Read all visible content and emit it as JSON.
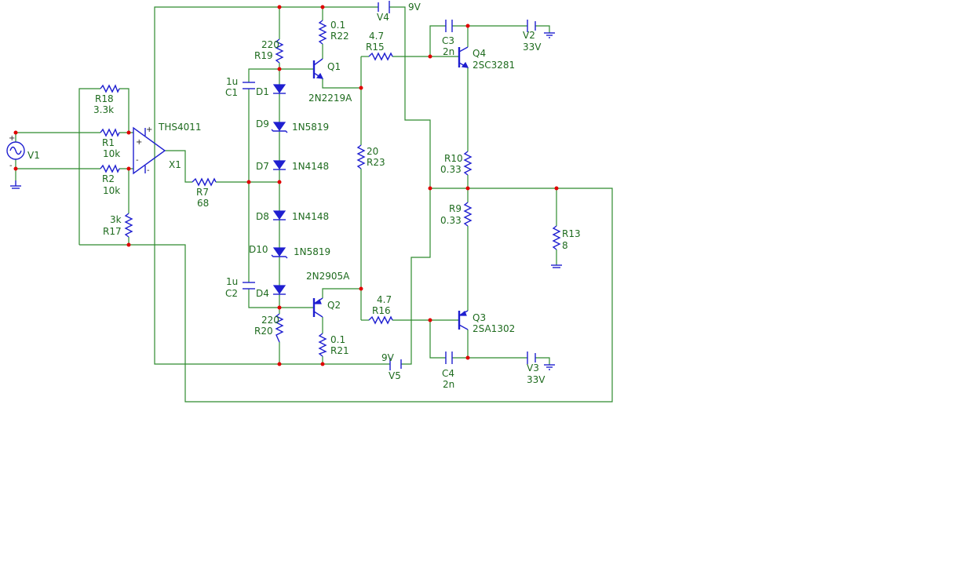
{
  "schematic": {
    "labels": {
      "v1": "V1",
      "v1_plus": "+",
      "v1_minus": "-",
      "r18_name": "R18",
      "r18_val": "3.3k",
      "r1_name": "R1",
      "r1_val": "10k",
      "r2_name": "R2",
      "r2_val": "10k",
      "r17_name": "R17",
      "r17_val": "3k",
      "opamp_model": "THS4011",
      "opamp_ref": "X1",
      "opamp_plus_supply": "+",
      "opamp_minus_supply": "-",
      "opamp_in_plus": "+",
      "opamp_in_minus": "-",
      "r7_name": "R7",
      "r7_val": "68",
      "r19_name": "R19",
      "r19_val": "220",
      "r20_name": "R20",
      "r20_val": "220",
      "c1_val": "1u",
      "c1_name": "C1",
      "c2_val": "1u",
      "c2_name": "C2",
      "d1": "D1",
      "d9": "D9",
      "d9_model": "1N5819",
      "d7": "D7",
      "d7_model": "1N4148",
      "d8": "D8",
      "d8_model": "1N4148",
      "d10": "D10",
      "d10_model": "1N5819",
      "d4": "D4",
      "r22_val": "0.1",
      "r22_name": "R22",
      "r21_val": "0.1",
      "r21_name": "R21",
      "q1": "Q1",
      "q1_model": "2N2219A",
      "q2": "Q2",
      "q2_model": "2N2905A",
      "v4_name": "V4",
      "v4_val": "9V",
      "v5_val": "9V",
      "v5_name": "V5",
      "r15_val": "4.7",
      "r15_name": "R15",
      "r16_val": "4.7",
      "r16_name": "R16",
      "r23_val": "20",
      "r23_name": "R23",
      "c3_name": "C3",
      "c3_val": "2n",
      "c4_name": "C4",
      "c4_val": "2n",
      "q4": "Q4",
      "q4_model": "2SC3281",
      "q3": "Q3",
      "q3_model": "2SA1302",
      "v2_name": "V2",
      "v2_val": "33V",
      "v3_name": "V3",
      "v3_val": "33V",
      "r10_name": "R10",
      "r10_val": "0.33",
      "r9_name": "R9",
      "r9_val": "0.33",
      "r13_name": "R13",
      "r13_val": "8"
    },
    "colors": {
      "wire": "#2e8b2e",
      "component": "#1f1fd0",
      "junction": "#e00000",
      "label": "#1e6b1e"
    }
  }
}
